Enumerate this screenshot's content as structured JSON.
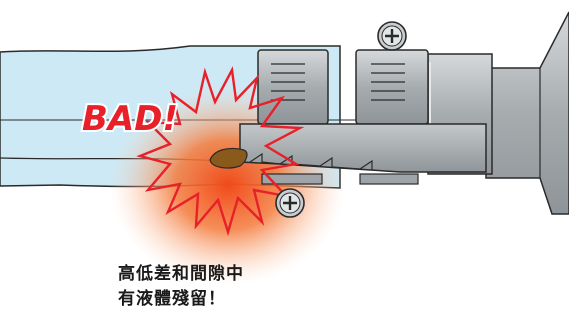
{
  "warning": {
    "label": "BAD!",
    "caption_lines": [
      "高低差和間隙中",
      "有液體殘留！"
    ]
  },
  "colors": {
    "hose": "#cde9f5",
    "hose_outline": "#2a2a2a",
    "fitting": "#9ea4a8",
    "fitting_light": "#c7cbcd",
    "clamp": "#b0b4b7",
    "residue": "#8a5a1c",
    "warning_red": "#e8202a",
    "burst_glow": "#f26a2a"
  },
  "icons": [
    "screw-head-icon",
    "burst-icon"
  ]
}
